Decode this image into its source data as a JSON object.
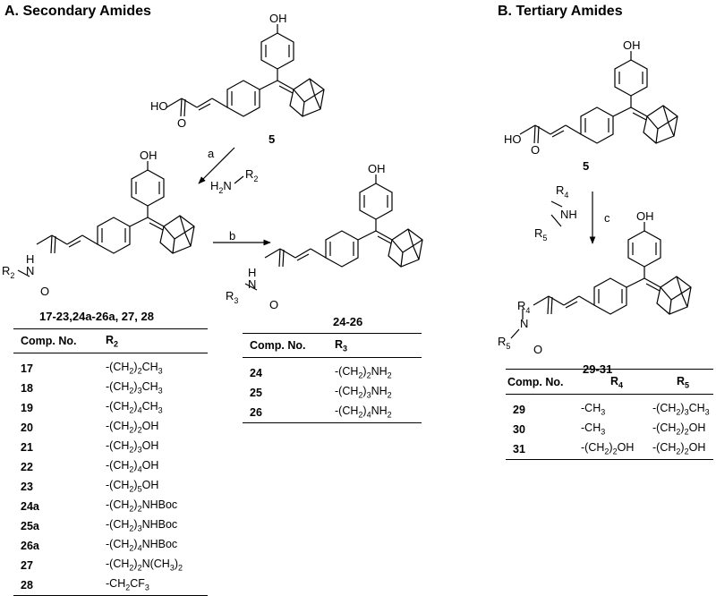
{
  "panel_a": {
    "title": "A. Secondary Amides",
    "start_compound": "5",
    "step_a": "a",
    "reagent_a": "H2N–R2",
    "step_b": "b",
    "product_label": "17-23,24a-26a, 27, 28",
    "deprotected_label": "24-26",
    "table_headers": [
      "Comp. No.",
      "R2"
    ],
    "table_rows": [
      [
        "17",
        "-(CH2)2CH3"
      ],
      [
        "18",
        "-(CH2)3CH3"
      ],
      [
        "19",
        "-(CH2)4CH3"
      ],
      [
        "20",
        "-(CH2)2OH"
      ],
      [
        "21",
        "-(CH2)3OH"
      ],
      [
        "22",
        "-(CH2)4OH"
      ],
      [
        "23",
        "-(CH2)5OH"
      ],
      [
        "24a",
        "-(CH2)2NHBoc"
      ],
      [
        "25a",
        "-(CH2)3NHBoc"
      ],
      [
        "26a",
        "-(CH2)4NHBoc"
      ],
      [
        "27",
        "-(CH2)2N(CH3)2"
      ],
      [
        "28",
        "-CH2CF3"
      ]
    ],
    "table2_headers": [
      "Comp. No.",
      "R3"
    ],
    "table2_rows": [
      [
        "24",
        "-(CH2)2NH2"
      ],
      [
        "25",
        "-(CH2)3NH2"
      ],
      [
        "26",
        "-(CH2)4NH2"
      ]
    ]
  },
  "panel_b": {
    "title": "B. Tertiary Amides",
    "start_compound": "5",
    "step_c": "c",
    "product_label": "29-31",
    "table_headers": [
      "Comp. No.",
      "R4",
      "R5"
    ],
    "table_rows": [
      [
        "29",
        "-CH3",
        "-(CH2)3CH3"
      ],
      [
        "30",
        "-CH3",
        "-(CH2)2OH"
      ],
      [
        "31",
        "-(CH2)2OH",
        "-(CH2)2OH"
      ]
    ]
  },
  "structure_text": {
    "oh": "OH",
    "ho": "HO",
    "o": "O",
    "n": "N",
    "h": "H",
    "nh": "NH",
    "r2": "R",
    "r2_sub": "2",
    "r3": "R",
    "r3_sub": "3",
    "r4": "R",
    "r4_sub": "4",
    "r5": "R",
    "r5_sub": "5",
    "h2n": "H",
    "h2n_sub": "2",
    "h2n_n": "N",
    "rg_r2": "R",
    "rg_r2_sub": "2"
  }
}
